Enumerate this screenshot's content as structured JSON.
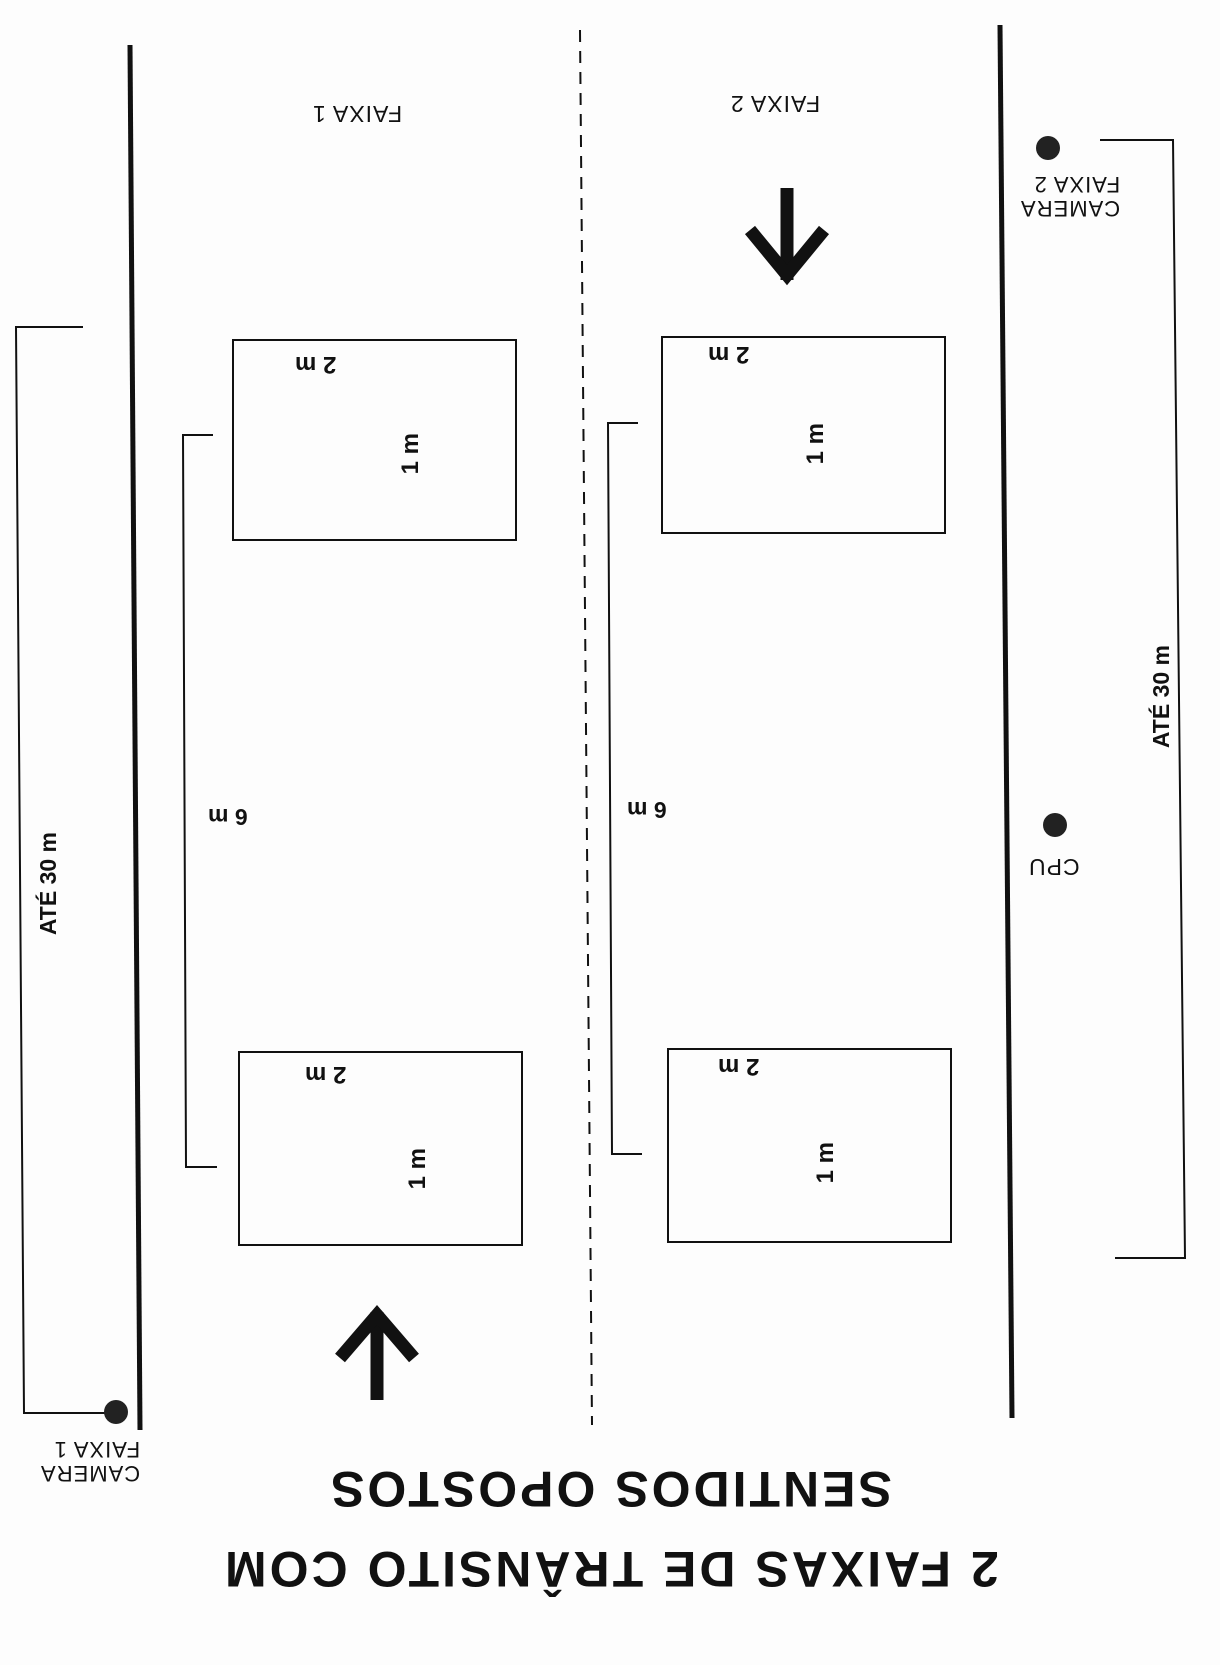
{
  "title": {
    "line1": "2 FAIXAS DE TRÂNSITO COM",
    "line2": "SENTIDOS OPOSTOS"
  },
  "lanes": {
    "lane1": "FAIXA 1",
    "lane2": "FAIXA 2"
  },
  "cameras": {
    "camera1": {
      "line1": "CAMERA",
      "line2": "FAIXA 1"
    },
    "camera2": {
      "line1": "CAMERA",
      "line2": "FAIXA 2"
    }
  },
  "cpu": "CPU",
  "dimensions": {
    "loop_length": "2 m",
    "loop_width": "1 m",
    "loop_spacing": "6 m",
    "camera_range": "ATÉ 30 m"
  }
}
